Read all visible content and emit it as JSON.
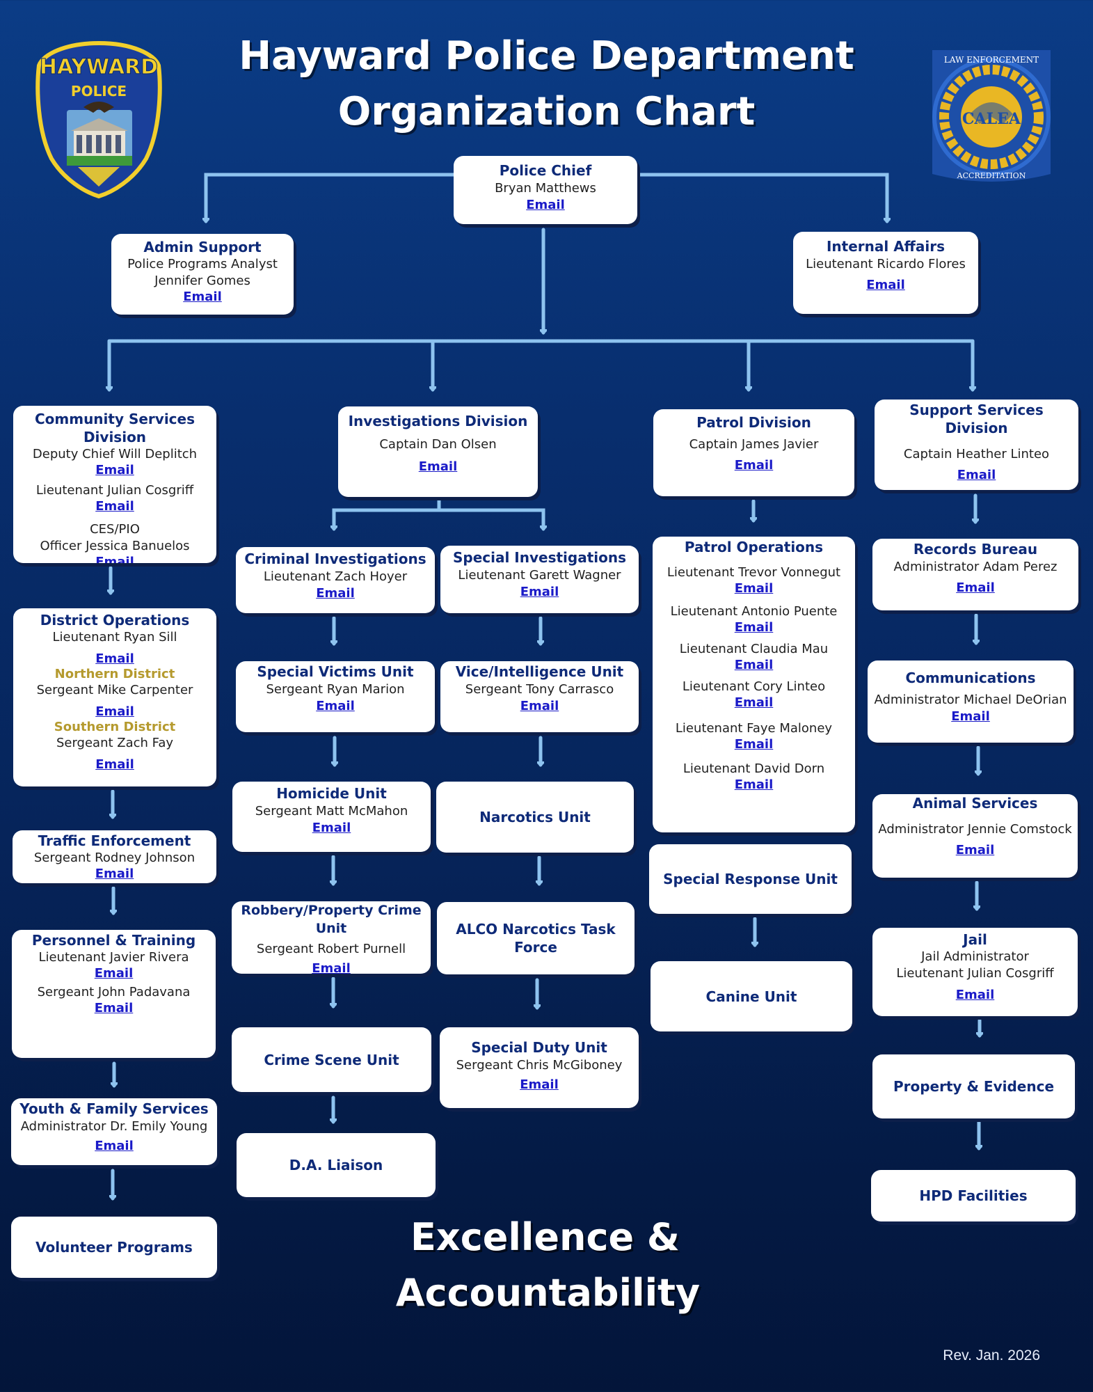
{
  "header": {
    "title_line1": "Hayward Police Department",
    "title_line2": "Organization Chart"
  },
  "logos": {
    "left": {
      "icon": "hayward-police-badge-icon",
      "text_top": "HAYWARD",
      "text_sub": "POLICE"
    },
    "right": {
      "icon": "calea-seal-icon",
      "text_top": "LAW ENFORCEMENT",
      "text_center": "CALEA",
      "text_bottom": "ACCREDITATION"
    }
  },
  "chief": {
    "title": "Police Chief",
    "name": "Bryan Matthews",
    "email": "Email"
  },
  "admin": {
    "title": "Admin Support",
    "line1": "Police Programs Analyst",
    "line2": "Jennifer Gomes",
    "email": "Email"
  },
  "ia": {
    "title": "Internal Affairs",
    "line1": "Lieutenant Ricardo Flores",
    "email": "Email"
  },
  "csd": {
    "title": "Community Services Division",
    "l1": "Deputy Chief Will Deplitch",
    "e1": "Email",
    "l2": "Lieutenant Julian Cosgriff",
    "e2": "Email",
    "l3": "CES/PIO",
    "l4": "Officer Jessica Banuelos",
    "e3": "Email"
  },
  "district": {
    "title": "District Operations",
    "l1": "Lieutenant Ryan Sill",
    "e1": "Email",
    "n_title": "Northern District",
    "l2": "Sergeant Mike Carpenter",
    "e2": "Email",
    "s_title": "Southern District",
    "l3": "Sergeant Zach Fay",
    "e3": "Email"
  },
  "traffic": {
    "title": "Traffic Enforcement",
    "line1": "Sergeant Rodney Johnson",
    "email": "Email"
  },
  "personnel": {
    "title": "Personnel & Training",
    "l1": "Lieutenant Javier Rivera",
    "e1": "Email",
    "l2": "Sergeant John Padavana",
    "e2": "Email"
  },
  "youth": {
    "title": "Youth & Family Services",
    "line1": "Administrator Dr. Emily Young",
    "email": "Email"
  },
  "volunteer": {
    "title": "Volunteer Programs"
  },
  "inv": {
    "title": "Investigations Division",
    "line1": "Captain Dan Olsen",
    "email": "Email"
  },
  "criminal": {
    "title": "Criminal Investigations",
    "line1": "Lieutenant Zach Hoyer",
    "email": "Email"
  },
  "special_inv": {
    "title": "Special Investigations",
    "line1": "Lieutenant Garett Wagner",
    "email": "Email"
  },
  "svu": {
    "title": "Special Victims Unit",
    "line1": "Sergeant Ryan Marion",
    "email": "Email"
  },
  "vice": {
    "title": "Vice/Intelligence Unit",
    "line1": "Sergeant Tony Carrasco",
    "email": "Email"
  },
  "homicide": {
    "title": "Homicide Unit",
    "line1": "Sergeant Matt McMahon",
    "email": "Email"
  },
  "narcotics": {
    "title": "Narcotics Unit"
  },
  "robbery": {
    "title": "Robbery/Property Crime Unit",
    "line1": "Sergeant Robert Purnell",
    "email": "Email"
  },
  "alco": {
    "title": "ALCO Narcotics Task Force"
  },
  "csu": {
    "title": "Crime Scene Unit"
  },
  "sdu": {
    "title": "Special Duty Unit",
    "line1": "Sergeant Chris McGiboney",
    "email": "Email"
  },
  "da": {
    "title": "D.A. Liaison"
  },
  "patrol": {
    "title": "Patrol Division",
    "line1": "Captain James Javier",
    "email": "Email"
  },
  "patrol_ops": {
    "title": "Patrol Operations",
    "lieutenants": [
      {
        "name": "Lieutenant Trevor Vonnegut",
        "email": "Email"
      },
      {
        "name": "Lieutenant Antonio Puente",
        "email": "Email"
      },
      {
        "name": "Lieutenant Claudia Mau",
        "email": "Email"
      },
      {
        "name": "Lieutenant Cory Linteo",
        "email": "Email"
      },
      {
        "name": "Lieutenant Faye Maloney",
        "email": "Email"
      },
      {
        "name": "Lieutenant David Dorn",
        "email": "Email"
      }
    ]
  },
  "sru": {
    "title": "Special Response Unit"
  },
  "canine": {
    "title": "Canine Unit"
  },
  "ssd": {
    "title": "Support Services Division",
    "line1": "Captain Heather Linteo",
    "email": "Email"
  },
  "records": {
    "title": "Records Bureau",
    "line1": "Administrator Adam Perez",
    "email": "Email"
  },
  "comms": {
    "title": "Communications",
    "line1": "Administrator Michael DeOrian",
    "email": "Email"
  },
  "animal": {
    "title": "Animal Services",
    "line1": "Administrator Jennie Comstock",
    "email": "Email"
  },
  "jail": {
    "title": "Jail",
    "line1": "Jail Administrator",
    "line2": "Lieutenant Julian Cosgriff",
    "email": "Email"
  },
  "property": {
    "title": "Property & Evidence"
  },
  "facilities": {
    "title": "HPD Facilities"
  },
  "slogan": {
    "line1": "Excellence &",
    "line2": "Accountability"
  },
  "footer": {
    "revision": "Rev. Jan. 2026"
  },
  "colors": {
    "arrow": "#8ec3ef",
    "title_text": "#0e2a78",
    "district_sub": "#b59a2e",
    "link": "#1a1ac8"
  }
}
